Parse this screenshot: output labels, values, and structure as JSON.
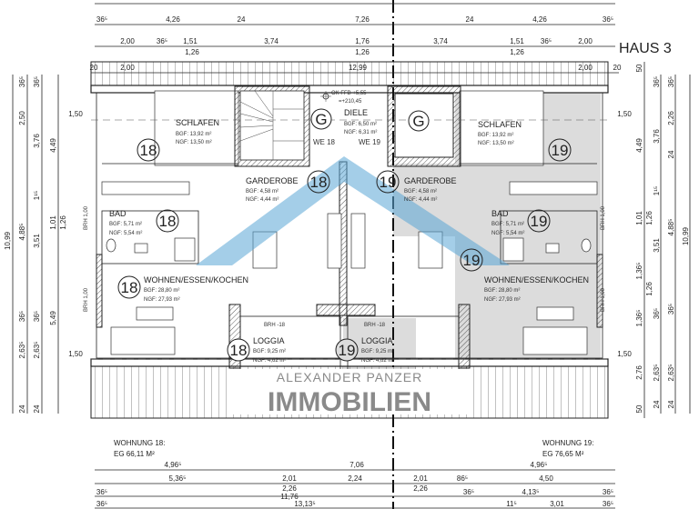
{
  "title": "HAUS 3",
  "colors": {
    "shaded_unit": "#dcdcdc",
    "watermark_blue": "#5aa6d6",
    "watermark_gray": "#8a8a8a",
    "line": "#222222"
  },
  "watermark": {
    "line1": "ALEXANDER PANZER",
    "line2": "IMMOBILIEN"
  },
  "dims_top": {
    "row1": [
      "36⁵",
      "4,26",
      "24",
      "7,26",
      "24",
      "4,26",
      "36⁵"
    ],
    "row2": [
      "2,00",
      "36⁵",
      "1,51",
      "3,74",
      "1,76",
      "3,74",
      "1,51",
      "36⁵",
      "2,00"
    ],
    "row2b": [
      "1,26",
      "1,26",
      "1,26"
    ],
    "row3": [
      "20",
      "2,00",
      "12,99",
      "2,00",
      "20"
    ]
  },
  "dims_bottom": {
    "row1": [
      "4,96⁵",
      "7,06",
      "4,96⁵"
    ],
    "row2": [
      "5,36⁵",
      "2,01",
      "2,24",
      "2,01",
      "86⁵",
      "4,50"
    ],
    "row2b": [
      "2,26",
      "2,26"
    ],
    "row3": [
      "36⁵",
      "11,76",
      "36⁵",
      "4,13⁵",
      "36⁵"
    ],
    "row4": [
      "36⁵",
      "13,13⁵",
      "11⁵",
      "3,01",
      "36⁵"
    ]
  },
  "dims_left": {
    "col1": [
      "10,99"
    ],
    "col2": [
      "36⁵",
      "2,50",
      "4,88⁵",
      "36⁵",
      "2,63⁵",
      "24"
    ],
    "col3": [
      "36⁵",
      "3,76",
      "1¹⁵",
      "3,51",
      "36⁵",
      "2,63⁵",
      "24"
    ],
    "col4": [
      "4,49",
      "1,01",
      "1,26",
      "5,49"
    ],
    "overhang": [
      "1,50",
      "1,50"
    ],
    "brh": [
      "BRH 1,00",
      "BRH 1,00"
    ]
  },
  "dims_right": {
    "col1": [
      "50",
      "4,49",
      "1,01",
      "1,36⁵",
      "1,36⁵",
      "2,76",
      "50"
    ],
    "col2": [
      "36⁵",
      "3,76",
      "1¹⁵",
      "1,26",
      "3,51",
      "1,26",
      "36⁵",
      "2,63⁵",
      "24"
    ],
    "col3": [
      "36⁵",
      "2,26",
      "24",
      "4,88⁵",
      "36⁵",
      "2,63⁵",
      "24"
    ],
    "col4": [
      "10,99"
    ],
    "overhang": [
      "1,50",
      "1,50"
    ],
    "brh": [
      "BRH 1,00",
      "BRH 1,00"
    ]
  },
  "level_marker": {
    "label": "OK FFB +5,55",
    "value": "=+210,45"
  },
  "stair_markers": [
    {
      "letter": "G",
      "unit": "WE 18"
    },
    {
      "letter": "G",
      "unit": "WE 19"
    }
  ],
  "rooms": {
    "schlafen_18": {
      "name": "SCHLAFEN",
      "bgf": "BGF: 13,92 m²",
      "ngf": "NGF: 13,50 m²",
      "unit": "18"
    },
    "schlafen_19": {
      "name": "SCHLAFEN",
      "bgf": "BGF: 13,92 m²",
      "ngf": "NGF: 13,50 m²",
      "unit": "19"
    },
    "diele": {
      "name": "DIELE",
      "bgf": "BGF: 6,50 m²",
      "ngf": "NGF: 6,31 m²"
    },
    "garderobe_18": {
      "name": "GARDEROBE",
      "bgf": "BGF: 4,58 m²",
      "ngf": "NGF: 4,44 m²",
      "unit": "18"
    },
    "garderobe_19": {
      "name": "GARDEROBE",
      "bgf": "BGF: 4,58 m²",
      "ngf": "NGF: 4,44 m²",
      "unit": "19"
    },
    "bad_18": {
      "name": "BAD",
      "bgf": "BGF: 5,71 m²",
      "ngf": "NGF: 5,54 m²",
      "unit": "18"
    },
    "bad_19": {
      "name": "BAD",
      "bgf": "BGF: 5,71 m²",
      "ngf": "NGF: 5,54 m²",
      "unit": "19"
    },
    "wohnen_18": {
      "name": "WOHNEN/ESSEN/KOCHEN",
      "bgf": "BGF: 28,80 m²",
      "ngf": "NGF: 27,93 m²",
      "unit": "18"
    },
    "wohnen_19": {
      "name": "WOHNEN/ESSEN/KOCHEN",
      "bgf": "BGF: 28,80 m²",
      "ngf": "NGF: 27,93 m²",
      "unit": "19"
    },
    "loggia_18": {
      "name": "LOGGIA",
      "bgf": "BGF: 9,25 m²",
      "ngf": "NGF: 4,62 m²",
      "unit": "18",
      "brh": "BRH -18"
    },
    "loggia_19": {
      "name": "LOGGIA",
      "bgf": "BGF: 9,25 m²",
      "ngf": "NGF: 4,62 m²",
      "unit": "19",
      "brh": "BRH -18"
    }
  },
  "summary": {
    "w18_title": "WOHNUNG 18:",
    "w18_area": "EG 66,11 M²",
    "w19_title": "WOHNUNG 19:",
    "w19_area": "EG 76,65 M²"
  }
}
